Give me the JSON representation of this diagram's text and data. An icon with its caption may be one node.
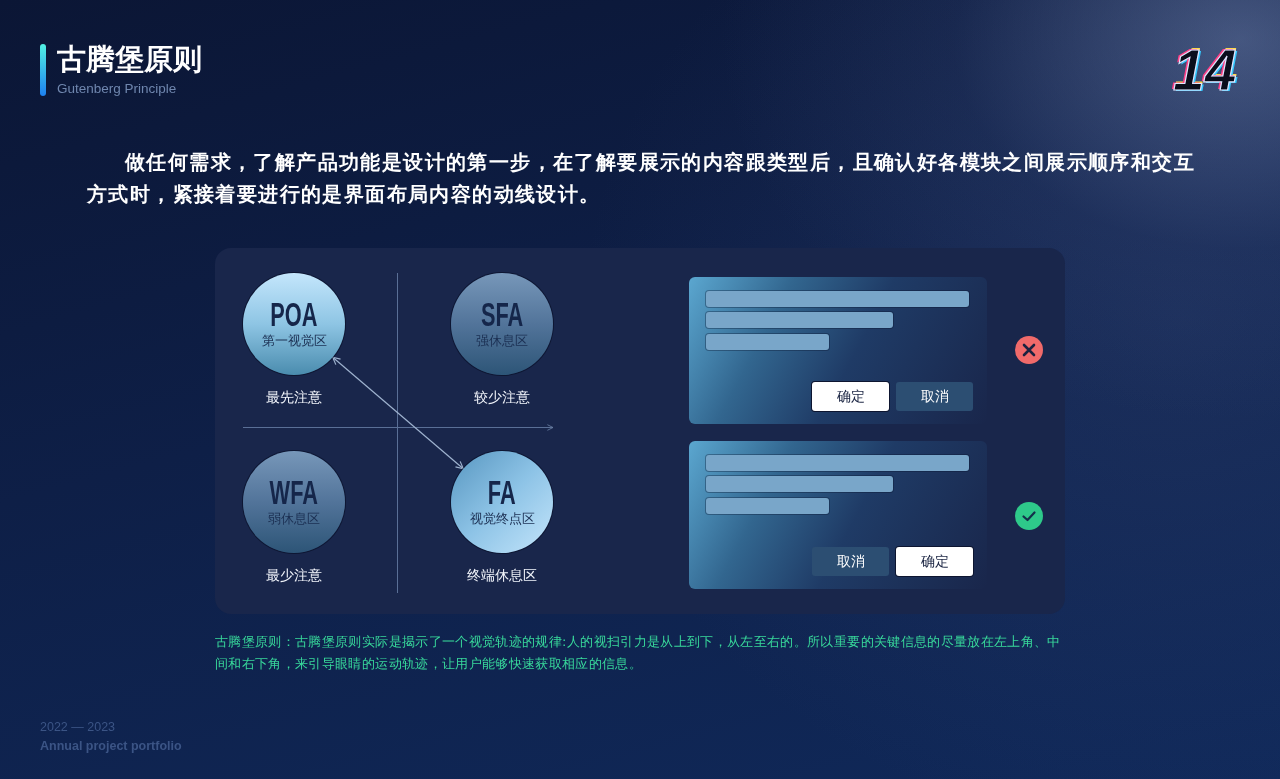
{
  "diagram": {
    "title": "古腾堡原则",
    "caption": "古腾堡原则：古腾堡原则实际是揭示了一个视觉轨迹的规律:人的视扫引力是从上到下，从左至右的。所以重要的关键信息的尽量放在左上角、中间和右下角，来引导眼睛的运动轨迹，让用户能够快速获取相应的信息。",
    "nodes": [
      {
        "text": [],
        "shape": "box"
      },
      {
        "text": [
          "POA",
          "第一视觉区"
        ],
        "beside": [
          "最先注意"
        ],
        "in": 0
      },
      {
        "text": [
          "SFA",
          "强休息区"
        ],
        "beside": [
          "较少注意"
        ],
        "in": 0
      },
      {
        "text": [
          "WFA",
          "弱休息区"
        ],
        "beside": [
          "最少注意"
        ],
        "in": 0
      },
      {
        "text": [
          "FA",
          "视觉终点区"
        ],
        "beside": [
          "终端休息区"
        ],
        "in": 0
      },
      {
        "text": [],
        "shape": "box",
        "in": 0
      },
      {
        "text": [
          "确定"
        ],
        "in": 5
      },
      {
        "text": [
          "取消"
        ],
        "in": 5
      },
      {
        "text": [],
        "shape": "box",
        "in": 0
      },
      {
        "text": [
          "取消"
        ],
        "in": 8
      },
      {
        "text": [
          "确定"
        ],
        "in": 8
      }
    ],
    "edges": [
      {
        "from": 1,
        "to": 4,
        "arrow": "both"
      }
    ],
    "labels": [
      "Gutenberg Principle",
      "14",
      "做任何需求，了解产品功能是设计的第一步，在了解要展示的内容跟类型后，且确认好各模块之间展示顺序和交互方式时，紧接着要进行的是界面布局内容的动线设计。",
      "2022 — 2023",
      "Annual project portfolio"
    ]
  }
}
